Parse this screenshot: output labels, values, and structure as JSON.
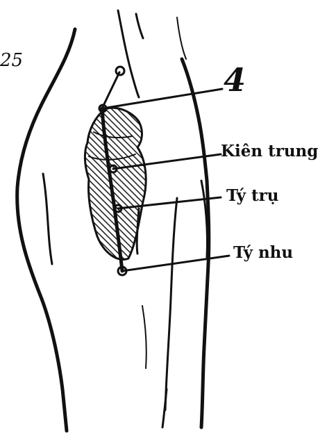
{
  "figure_number": "25",
  "point_group_number": "4",
  "points": [
    {
      "name": "Kiên trung"
    },
    {
      "name": "Tý trụ"
    },
    {
      "name": "Tý nhu"
    }
  ]
}
